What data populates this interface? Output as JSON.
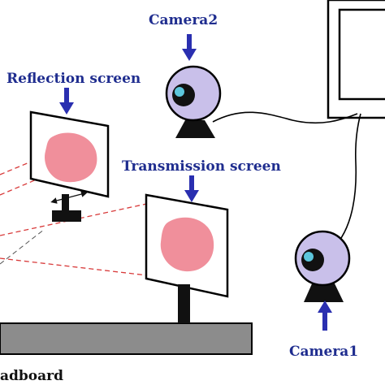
{
  "labels": {
    "camera2": "Camera2",
    "camera1": "Camera1",
    "reflection_screen": "Reflection screen",
    "transmission_screen": "Transmission screen",
    "breadboard": "adboard"
  },
  "colors": {
    "label_blue": "#1f2d8f",
    "arrow_blue": "#2a2fb0",
    "camera_body": "#c9c0ea",
    "spot_pink": "#f08f9b",
    "beam_red": "#d83a3a",
    "breadboard_gray": "#8c8c8c"
  }
}
